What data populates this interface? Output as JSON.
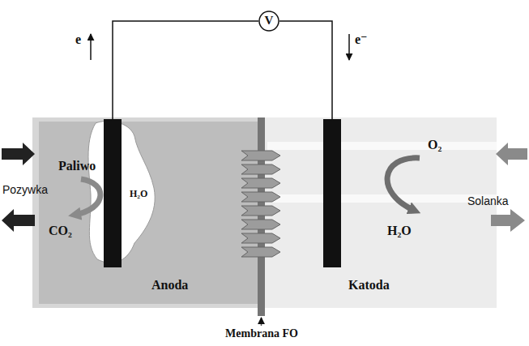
{
  "diagram": {
    "nodes": [
      {
        "text": [
          "V"
        ]
      },
      {
        "text": [
          "Anoda"
        ]
      },
      {
        "text": [
          "Katoda"
        ]
      }
    ],
    "edges": [
      {
        "from": 0,
        "to": 1,
        "arrow": "none"
      },
      {
        "from": 0,
        "to": 2,
        "arrow": "none"
      }
    ],
    "labels": [
      "e",
      "e⁻",
      "Paliwo",
      "Pozywka",
      "CO₂",
      "H₂O",
      "O₂",
      "H₂O",
      "Solanka",
      "Membrana FO"
    ]
  }
}
